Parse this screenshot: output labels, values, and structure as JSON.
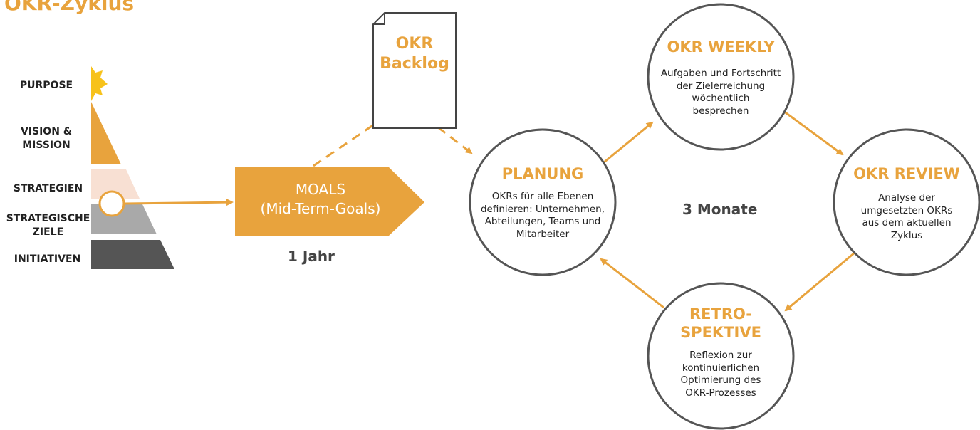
{
  "title": "OKR-Zyklus",
  "pyramid": {
    "levels": [
      "PURPOSE",
      "VISION & MISSION",
      "STRATEGIEN",
      "STRATEGISCHE ZIELE",
      "INITIATIVEN"
    ],
    "colors": [
      "#f7c21b",
      "#e8a33d",
      "#f8e0d3",
      "#a9a9a9",
      "#555555"
    ]
  },
  "moals": {
    "label": "MOALS\n(Mid-Term-Goals)",
    "duration": "1 Jahr"
  },
  "backlog": {
    "label": "OKR\nBacklog"
  },
  "cycle": {
    "duration": "3 Monate",
    "planung": {
      "title": "PLANUNG",
      "desc": "OKRs für alle Ebenen\ndefinieren: Unternehmen,\nAbteilungen, Teams und\nMitarbeiter"
    },
    "weekly": {
      "title": "OKR WEEKLY",
      "desc": "Aufgaben und Fortschritt\nder Zielerreichung\nwöchentlich\nbesprechen"
    },
    "review": {
      "title": "OKR REVIEW",
      "desc": "Analyse der\numgesetzten OKRs\naus dem aktuellen\nZyklus"
    },
    "retro": {
      "title": "RETRO-\nSPEKTIVE",
      "desc": "Reflexion zur\nkontinuierlichen\nOptimierung des\nOKR-Prozesses"
    }
  },
  "colors": {
    "accent": "#e8a33d",
    "circle_stroke": "#555555",
    "text": "#222222"
  }
}
